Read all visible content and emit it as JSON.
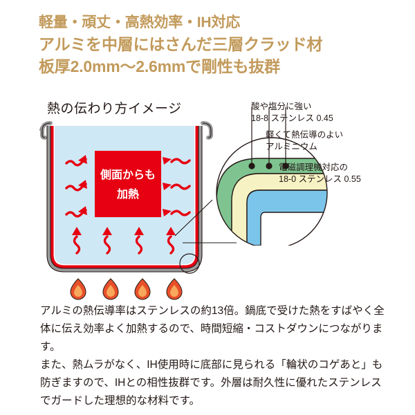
{
  "headline": {
    "line1": "軽量・頑丈・高熱効率・IH対応",
    "line2": "アルミを中層にはさんだ三層クラッド材",
    "line3": "板厚2.0mm〜2.6mmで剛性も抜群",
    "color": "#c29a5b"
  },
  "diagram": {
    "title": "熱の伝わり方イメージ",
    "pot": {
      "center_label_line1": "側面からも",
      "center_label_line2": "加熱",
      "center_label_bg": "#e60012",
      "center_label_color": "#ffffff",
      "water_color": "#cfe8f5",
      "wall_color": "#e60012",
      "handle_color": "#b3b3b3",
      "arrow_color": "#e60012",
      "side_arrow_count_left": 3,
      "side_arrow_count_right": 3,
      "bottom_arrow_count": 4,
      "flame_count": 4,
      "flame_outer_color": "#e8502a",
      "flame_inner_color": "#f7a85c"
    },
    "magnifier": {
      "layers": [
        {
          "name": "outer-stainless-layer",
          "color": "#7fc490"
        },
        {
          "name": "aluminum-core-layer",
          "color": "#f6f2c3"
        },
        {
          "name": "inner-stainless-layer",
          "color": "#7cc5ea"
        }
      ],
      "circle_stroke": "#231815"
    },
    "callouts": [
      {
        "name": "callout-outer-stainless",
        "line1": "酸や塩分に強い",
        "line2": "18-8 ステンレス 0.45"
      },
      {
        "name": "callout-aluminum",
        "line1": "軽くて熱伝導のよい",
        "line2": "アルミニウム"
      },
      {
        "name": "callout-inner-stainless",
        "line1": "電磁調理機対応の",
        "line2": "18-0 ステンレス 0.55"
      }
    ]
  },
  "body": {
    "paragraph1": "アルミの熱伝導率はステンレスの約13倍。鍋底で受けた熱をすばやく全体に伝え効率よく加熱するので、時間短縮・コストダウンにつながります。",
    "paragraph2": "また、熱ムラがなく、IH使用時に底部に見られる「輪状のコゲあと」も防ぎますので、IHとの相性抜群です。外層は耐久性に優れたステンレスでガードした理想的な材料です。"
  }
}
